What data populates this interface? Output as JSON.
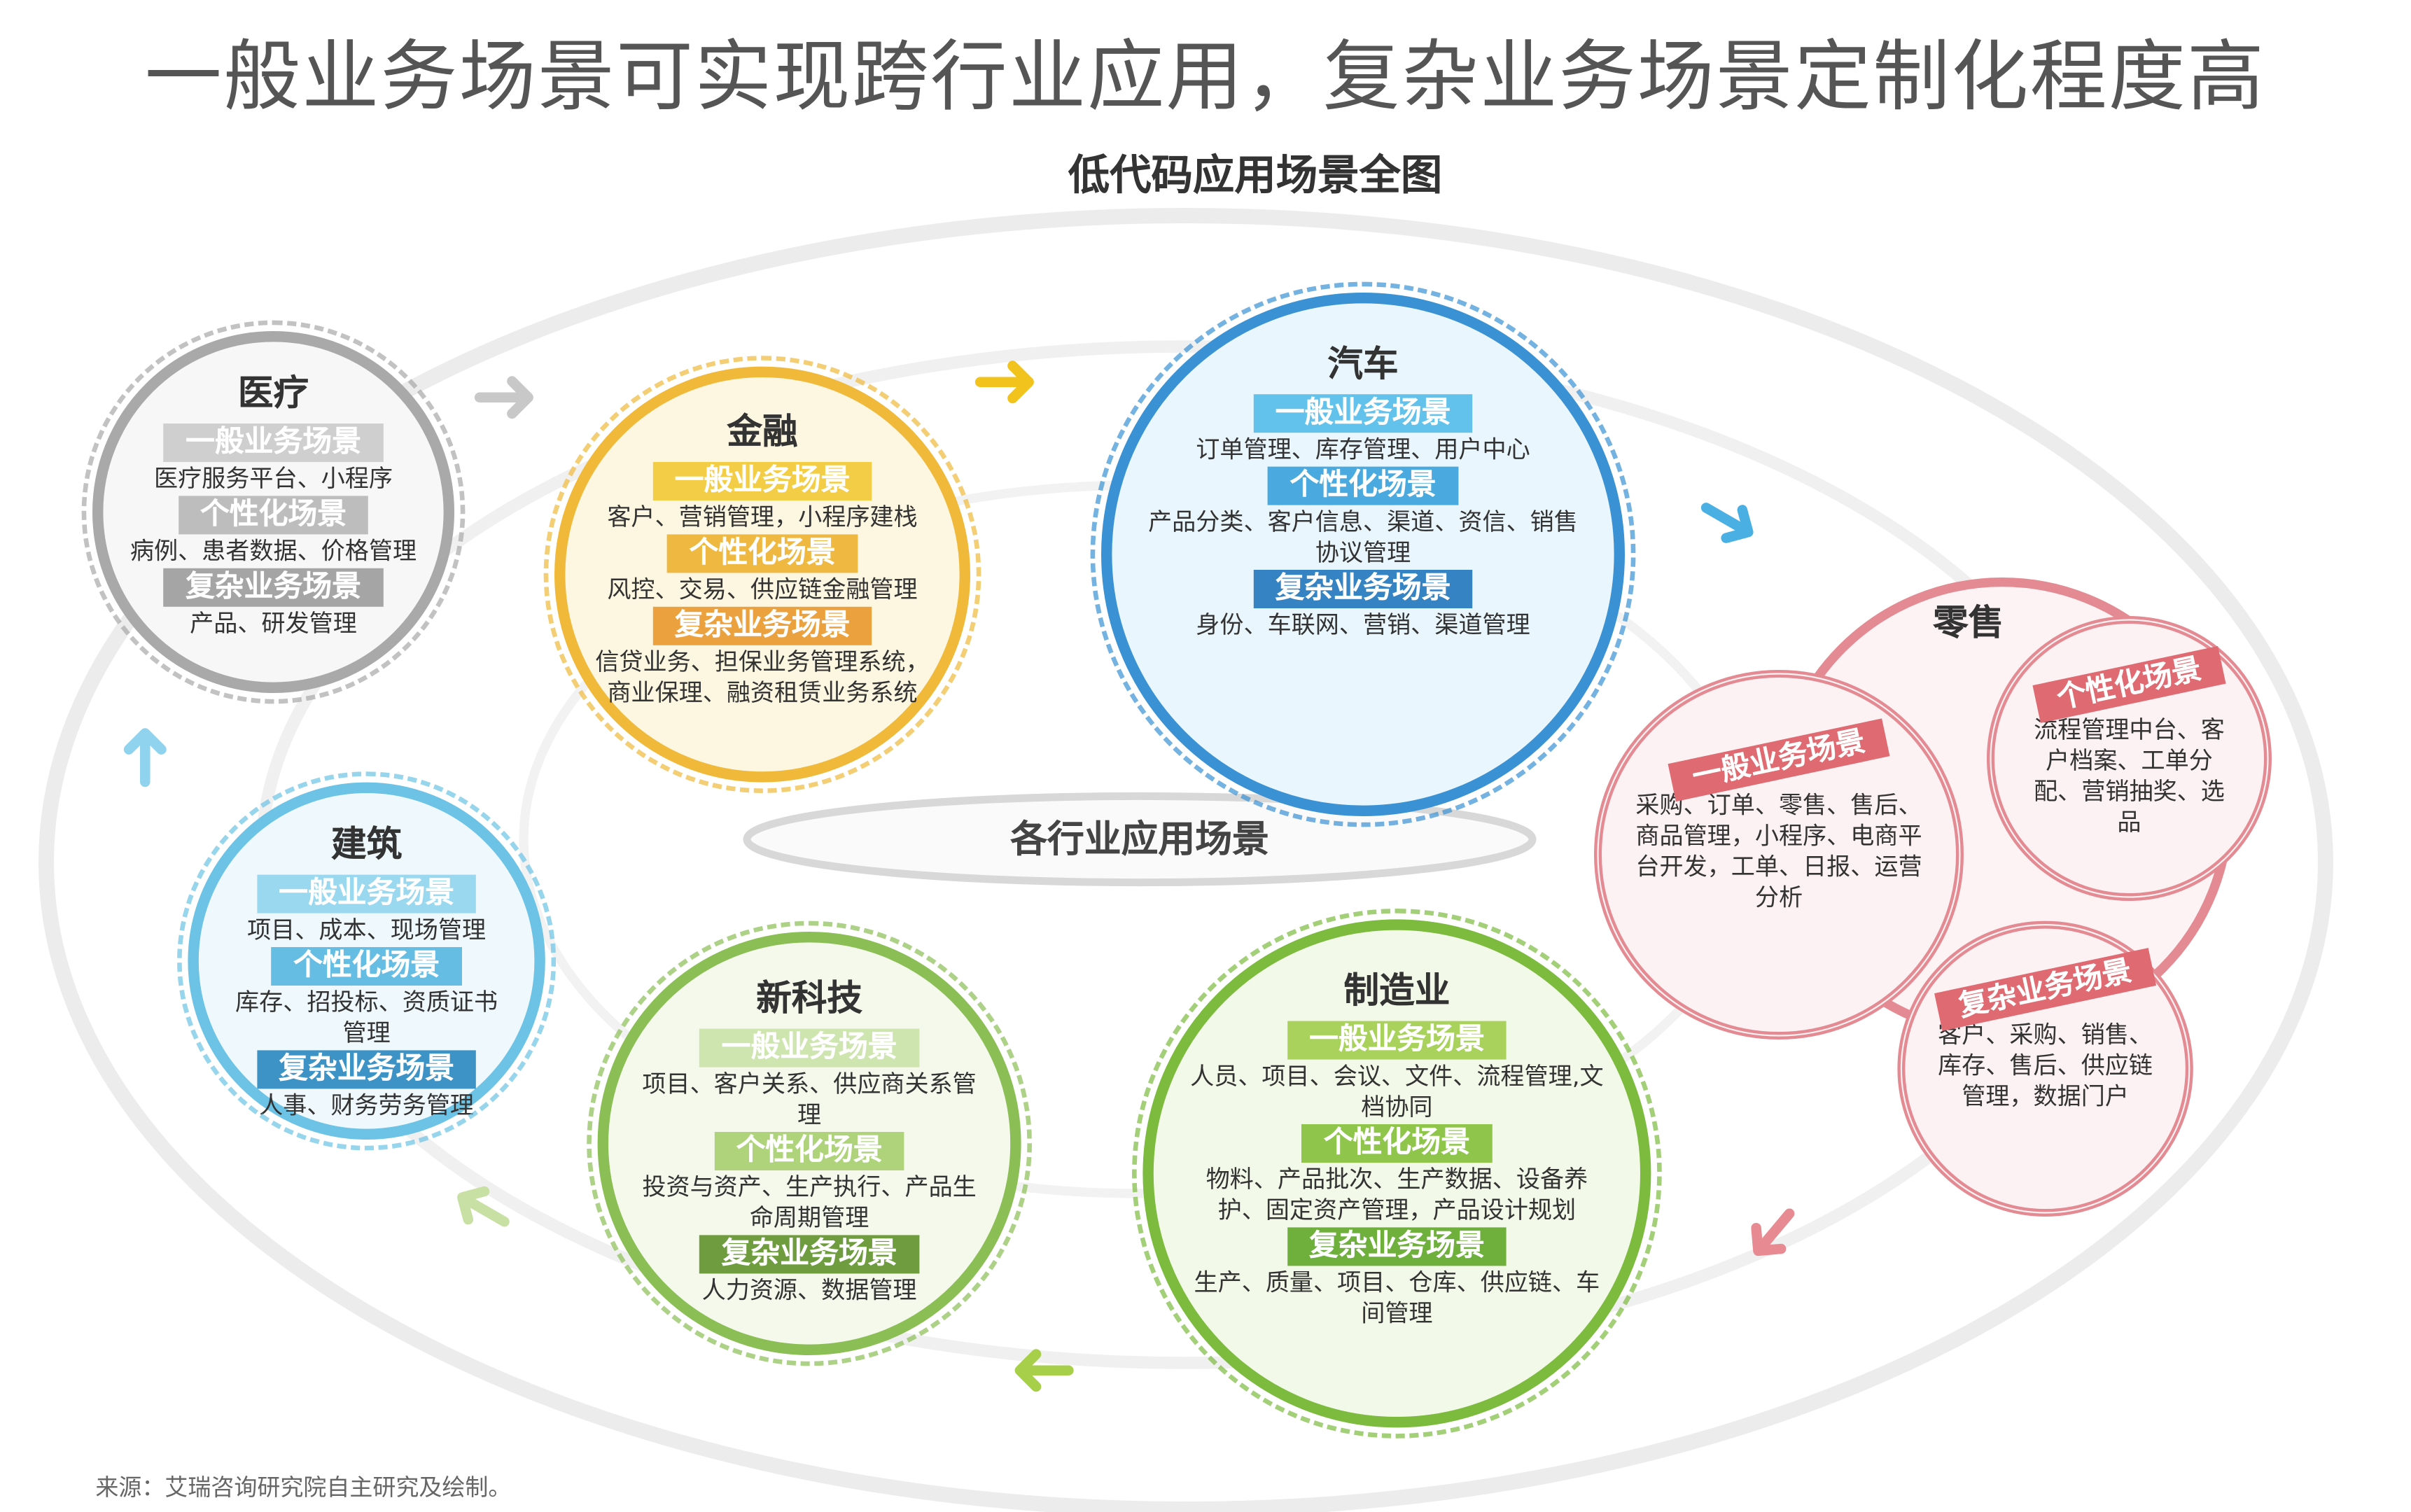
{
  "title": "一般业务场景可实现跨行业应用，复杂业务场景定制化程度高",
  "subtitle": "低代码应用场景全图",
  "center_label": "各行业应用场景",
  "source": "来源：艾瑞咨询研究院自主研究及绘制。",
  "colors": {
    "medical": "#a9a9a9",
    "finance": "#f0c040",
    "auto": "#3a92d4",
    "retail": "#e48a92",
    "construction": "#6cc3e6",
    "tech": "#8bbf55",
    "manufacturing": "#7dbb3f"
  },
  "industries": [
    {
      "key": "medical",
      "name": "医疗",
      "sections": [
        {
          "tag": "一般业务场景",
          "desc": "医疗服务平台、小程序",
          "color": "#cfcfcf"
        },
        {
          "tag": "个性化场景",
          "desc": "病例、患者数据、价格管理",
          "color": "#bdbdbd"
        },
        {
          "tag": "复杂业务场景",
          "desc": "产品、研发管理",
          "color": "#a5a5a5"
        }
      ]
    },
    {
      "key": "finance",
      "name": "金融",
      "sections": [
        {
          "tag": "一般业务场景",
          "desc": "客户、营销管理，小程序建栈",
          "color": "#f3cd45"
        },
        {
          "tag": "个性化场景",
          "desc": "风控、交易、供应链金融管理",
          "color": "#efb840"
        },
        {
          "tag": "复杂业务场景",
          "desc": "信贷业务、担保业务管理系统，商业保理、融资租赁业务系统",
          "color": "#eba23e"
        }
      ]
    },
    {
      "key": "auto",
      "name": "汽车",
      "sections": [
        {
          "tag": "一般业务场景",
          "desc": "订单管理、库存管理、用户中心",
          "color": "#62c2ec"
        },
        {
          "tag": "个性化场景",
          "desc": "产品分类、客户信息、渠道、资信、销售协议管理",
          "color": "#4aa9de"
        },
        {
          "tag": "复杂业务场景",
          "desc": "身份、车联网、营销、渠道管理",
          "color": "#3683c4"
        }
      ]
    },
    {
      "key": "construction",
      "name": "建筑",
      "sections": [
        {
          "tag": "一般业务场景",
          "desc": "项目、成本、现场管理",
          "color": "#9ad8f0"
        },
        {
          "tag": "个性化场景",
          "desc": "库存、招投标、资质证书管理",
          "color": "#66bde3"
        },
        {
          "tag": "复杂业务场景",
          "desc": "人事、财务劳务管理",
          "color": "#3d93c5"
        }
      ]
    },
    {
      "key": "tech",
      "name": "新科技",
      "sections": [
        {
          "tag": "一般业务场景",
          "desc": "项目、客户关系、供应商关系管理",
          "color": "#cfe5b0"
        },
        {
          "tag": "个性化场景",
          "desc": "投资与资产、生产执行、产品生命周期管理",
          "color": "#aed37a"
        },
        {
          "tag": "复杂业务场景",
          "desc": "人力资源、数据管理",
          "color": "#6e9c3e"
        }
      ]
    },
    {
      "key": "manufacturing",
      "name": "制造业",
      "sections": [
        {
          "tag": "一般业务场景",
          "desc": "人员、项目、会议、文件、流程管理,文档协同",
          "color": "#a9d25c"
        },
        {
          "tag": "个性化场景",
          "desc": "物料、产品批次、生产数据、设备养护、固定资产管理，产品设计规划",
          "color": "#8fc54b"
        },
        {
          "tag": "复杂业务场景",
          "desc": "生产、质量、项目、仓库、供应链、车间管理",
          "color": "#6faf3b"
        }
      ]
    }
  ],
  "retail": {
    "name": "零售",
    "sections": [
      {
        "tag": "一般业务场景",
        "desc": "采购、订单、零售、售后、商品管理，小程序、电商平台开发，工单、日报、运营分析"
      },
      {
        "tag": "个性化场景",
        "desc": "流程管理中台、客户档案、工单分配、营销抽奖、选品"
      },
      {
        "tag": "复杂业务场景",
        "desc": "客户、采购、销售、库存、售后、供应链管理，数据门户"
      }
    ]
  }
}
